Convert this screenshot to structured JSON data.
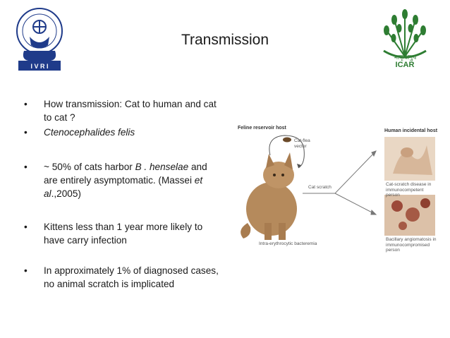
{
  "slide": {
    "title": "Transmission",
    "bullets": [
      {
        "marker": "•",
        "text": "How transmission: Cat to human and cat to cat ?"
      },
      {
        "marker": "•",
        "text_italic": "Ctenocephalides felis"
      },
      {
        "marker": "•",
        "parts": [
          "~ 50% of cats harbor ",
          "B . henselae",
          " and are entirely asymptomatic. (Massei ",
          "et al",
          ".,2005)"
        ]
      },
      {
        "marker": "•",
        "text": "Kittens less than 1 year more likely to have carry infection"
      },
      {
        "marker": "•",
        "text": "In approximately 1% of diagnosed cases, no animal scratch is implicated"
      }
    ]
  },
  "logos": {
    "left": {
      "banner_text": "I V R I",
      "icon": "ivri-emblem-icon"
    },
    "right": {
      "hindi_text": "भाकृअनुप",
      "banner_text": "ICAR",
      "icon": "icar-wheat-icon",
      "color": "#2e7d32"
    }
  },
  "figure": {
    "feline_host_label": "Feline reservoir host",
    "human_host_label": "Human incidental host",
    "vector_label": "Cat-flea vector",
    "scratch_label": "Cat scratch",
    "bacteremia_label": "Intra-erythrocytic bacteremia",
    "caption_top": "Cat-scratch disease in immunocompetent person",
    "caption_bottom": "Bacillary angiomatosis in immunocompromised person"
  }
}
